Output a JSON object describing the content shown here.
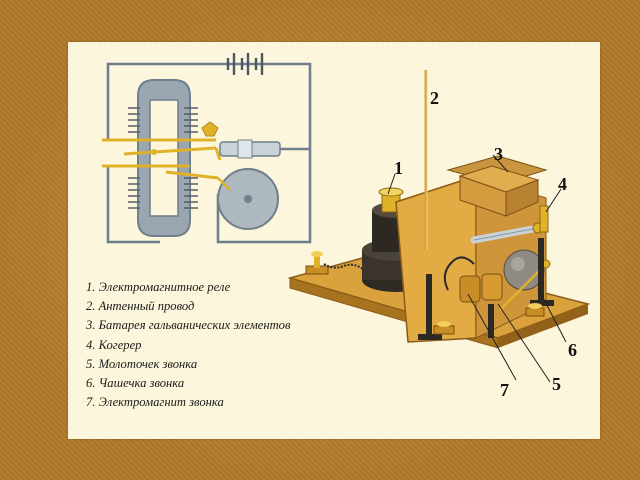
{
  "legend": [
    {
      "num": "1.",
      "text": "Электромагнитное реле"
    },
    {
      "num": "2.",
      "text": "Антенный провод"
    },
    {
      "num": "3.",
      "text": "Батарея гальванических элементов"
    },
    {
      "num": "4.",
      "text": "Когерер"
    },
    {
      "num": "5.",
      "text": "Молоточек звонка"
    },
    {
      "num": "6.",
      "text": "Чашечка звонка"
    },
    {
      "num": "7.",
      "text": "Электромагнит звонка"
    }
  ],
  "callouts": [
    "1",
    "2",
    "3",
    "4",
    "5",
    "6",
    "7"
  ],
  "colors": {
    "background": "#b07a2c",
    "slide": "#fbf6dc",
    "wire": "#6f7f8c",
    "gold": "#e0b22a",
    "wood": "#d9a23c"
  }
}
